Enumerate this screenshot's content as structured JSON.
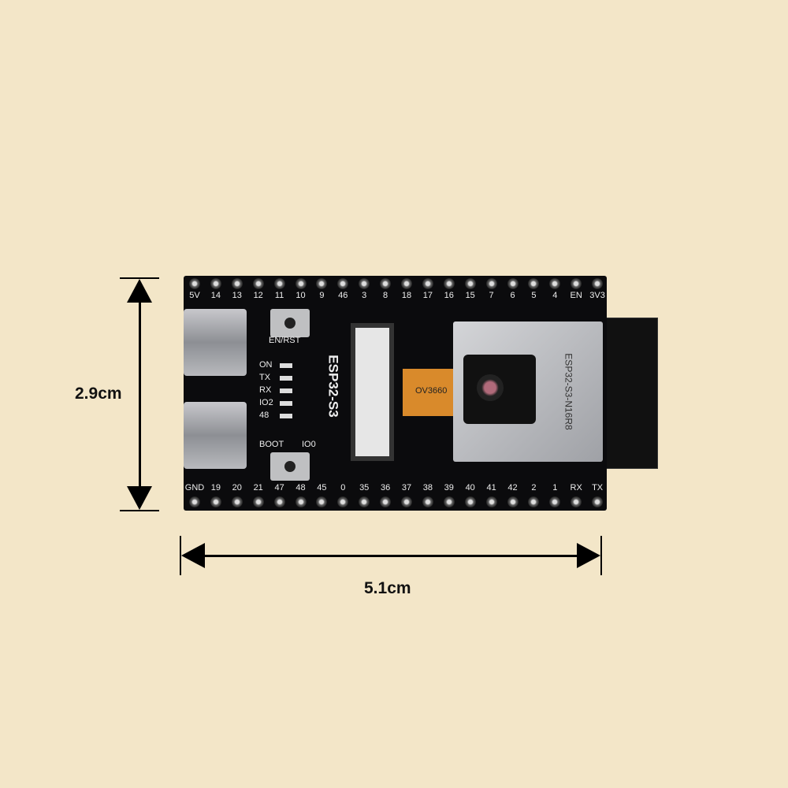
{
  "dimensions": {
    "height": "2.9cm",
    "width": "5.1cm"
  },
  "board": {
    "top_pins": [
      "5V",
      "14",
      "13",
      "12",
      "11",
      "10",
      "9",
      "46",
      "3",
      "8",
      "18",
      "17",
      "16",
      "15",
      "7",
      "6",
      "5",
      "4",
      "EN",
      "3V3"
    ],
    "bottom_pins": [
      "GND",
      "19",
      "20",
      "21",
      "47",
      "48",
      "45",
      "0",
      "35",
      "36",
      "37",
      "38",
      "39",
      "40",
      "41",
      "42",
      "2",
      "1",
      "RX",
      "TX"
    ],
    "button_en": "EN/RST",
    "button_boot": "BOOT",
    "io0": "IO0",
    "leds": [
      "ON",
      "TX",
      "RX",
      "IO2",
      "48"
    ],
    "board_name": "ESP32-S3",
    "module_name": "ESP32-S3-N16R8",
    "camera": "OV3660"
  },
  "colors": {
    "background": "#f3e6c8",
    "pcb": "#0b0b0d",
    "flex": "#d98a2b"
  }
}
